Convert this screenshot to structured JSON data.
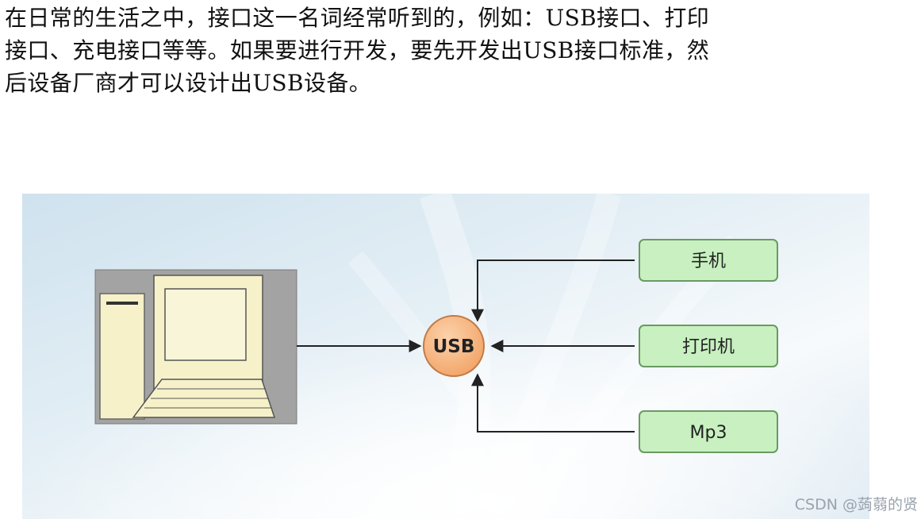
{
  "paragraph": {
    "line1": "在日常的生活之中，接口这一名词经常听到的，例如：USB接口、打印",
    "line2": "接口、充电接口等等。如果要进行开发，要先开发出USB接口标准，然",
    "line3": "后设备厂商才可以设计出USB设备。"
  },
  "diagram": {
    "hub_label": "USB",
    "devices": [
      "手机",
      "打印机",
      "Mp3"
    ],
    "colors": {
      "device_fill": "#c8f0c0",
      "device_stroke": "#6a9a62",
      "hub_fill": "#f7b27a",
      "hub_stroke": "#c07a45",
      "arrow": "#222222"
    }
  },
  "watermark": "CSDN @蒟蒻的贤"
}
